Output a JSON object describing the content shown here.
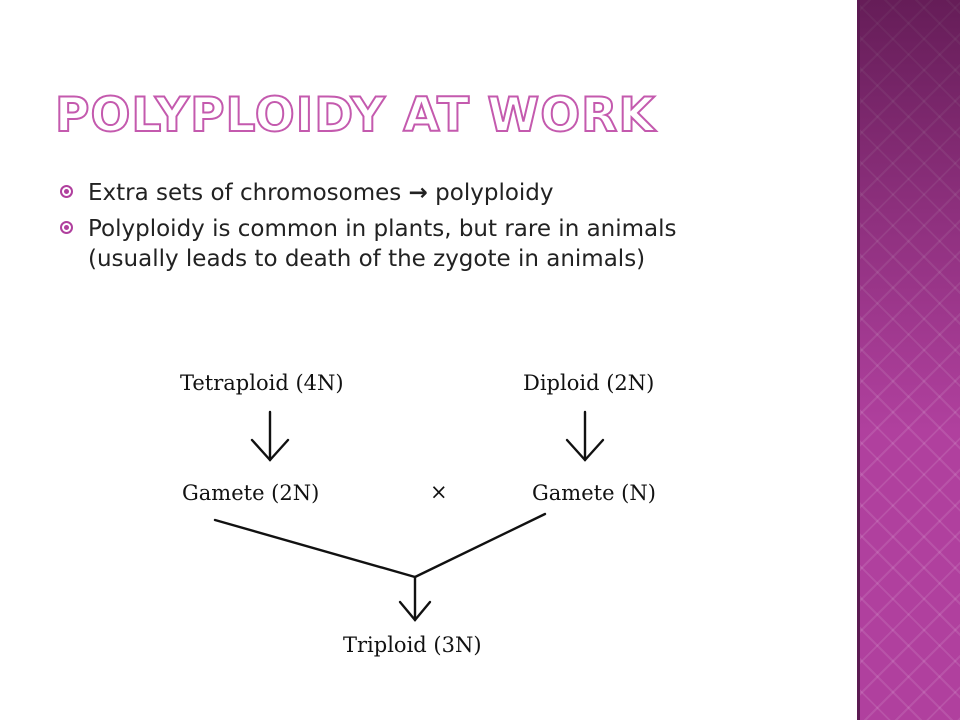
{
  "slide": {
    "title": "Polyploidy at work",
    "bullets": [
      {
        "before": "Extra sets of chromosomes ",
        "arrow": "→",
        "after": " polyploidy"
      },
      {
        "text": "Polyploidy is common in plants, but rare in animals (usually leads to death of the zygote in animals)"
      }
    ]
  },
  "diagram": {
    "tetraploid": "Tetraploid (4N)",
    "diploid": "Diploid (2N)",
    "gamete_left": "Gamete (2N)",
    "cross": "×",
    "gamete_right": "Gamete (N)",
    "triploid": "Triploid (3N)"
  },
  "colors": {
    "accent": "#b0409e",
    "panel": "#b0409e",
    "title_outline": "#c45aae"
  }
}
